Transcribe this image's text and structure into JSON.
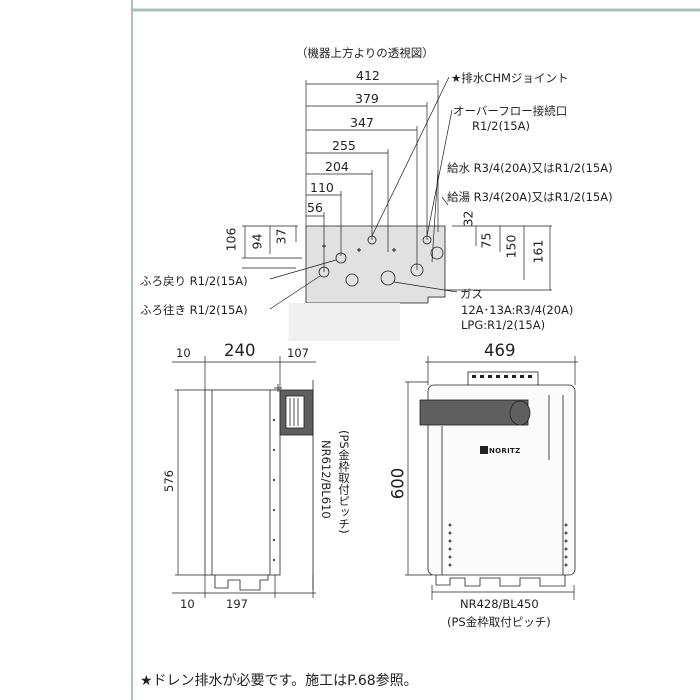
{
  "colors": {
    "border": "#a8c3bc",
    "line": "#231f20",
    "shade": "#e1e1e1",
    "unit": "#777777",
    "cover": "#5f5f5f"
  },
  "icons": {
    "brand_mark": "noritz-logo"
  },
  "top_view": {
    "caption": "（機器上方よりの透視図）",
    "dims_h": [
      "412",
      "379",
      "347",
      "255",
      "204",
      "110",
      "56"
    ],
    "dims_v_left": [
      "106",
      "94",
      "37"
    ],
    "dims_v_right": [
      "32",
      "75",
      "150",
      "161"
    ],
    "label_chm": "★排水CHMジョイント",
    "label_overflow_1": "オーバーフロー接続口",
    "label_overflow_2": "R1/2(15A)",
    "label_water": "給水 R3/4(20A)又はR1/2(15A)",
    "label_hot": "給湯 R3/4(20A)又はR1/2(15A)",
    "label_return": "ふろ戻り R1/2(15A)",
    "label_supply": "ふろ往き R1/2(15A)",
    "label_gas": "ガス",
    "label_gas_city": "12A･13A:R3/4(20A)",
    "label_gas_lpg": "LPG:R1/2(15A)"
  },
  "side_view": {
    "dim_top_offset": "10",
    "dim_depth": "240",
    "dim_cover": "107",
    "dim_height": "576",
    "dim_bottom_offset": "10",
    "dim_bottom": "197",
    "pitch_label": "NR612/BL610",
    "pitch_note": "(PS金枠取付ピッチ)"
  },
  "front_view": {
    "dim_width": "469",
    "dim_height": "600",
    "brand": "NORITZ",
    "pitch_label": "NR428/BL450",
    "pitch_note": "(PS金枠取付ピッチ)"
  },
  "footnote": "★ドレン排水が必要です。施工はP.68参照。"
}
